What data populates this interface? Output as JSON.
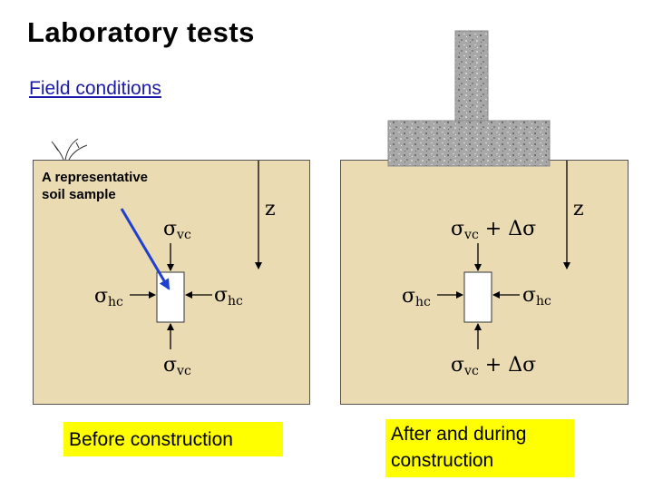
{
  "title": "Laboratory tests",
  "subtitle": "Field conditions",
  "left_panel": {
    "sample_label_line1": "A representative",
    "sample_label_line2": "soil sample",
    "sigma_v_top": "σ",
    "sigma_v_top_sub": "vc",
    "sigma_v_bottom": "σ",
    "sigma_v_bottom_sub": "vc",
    "sigma_h_left": "σ",
    "sigma_h_left_sub": "hc",
    "sigma_h_right": "σ",
    "sigma_h_right_sub": "hc",
    "depth_label": "z",
    "caption": "Before construction"
  },
  "right_panel": {
    "sigma_v_top": "σ",
    "sigma_v_top_sub": "vc",
    "sigma_v_top_suffix": " + Δσ",
    "sigma_v_bottom": "σ",
    "sigma_v_bottom_sub": "vc",
    "sigma_v_bottom_suffix": " + Δσ",
    "sigma_h_left": "σ",
    "sigma_h_left_sub": "hc",
    "sigma_h_right": "σ",
    "sigma_h_right_sub": "hc",
    "depth_label": "z",
    "caption_line1": "After and during",
    "caption_line2": "construction"
  },
  "colors": {
    "soil": "#eadbb3",
    "footing": "#a9a9a9",
    "pointer_arrow": "#1f3fd0",
    "caption_bg": "#ffff00",
    "subtitle": "#1a1aa8"
  }
}
